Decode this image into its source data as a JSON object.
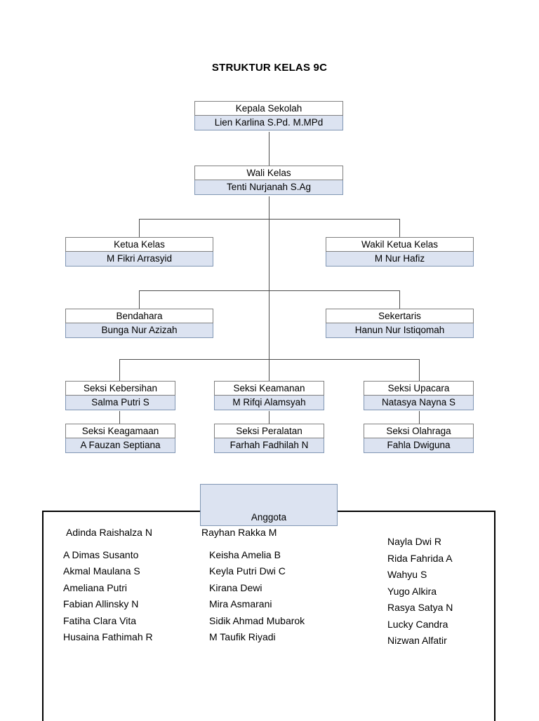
{
  "title": "STRUKTUR KELAS 9C",
  "colors": {
    "person_fill": "#dce3f1",
    "person_border": "#8096b4",
    "role_border": "#808080",
    "connector": "#4d4d4d",
    "frame": "#000000"
  },
  "nodes": {
    "kepala_sekolah": {
      "role": "Kepala Sekolah",
      "person": "Lien Karlina S.Pd. M.MPd"
    },
    "wali_kelas": {
      "role": "Wali Kelas",
      "person": "Tenti Nurjanah S.Ag"
    },
    "ketua_kelas": {
      "role": "Ketua Kelas",
      "person": "M Fikri Arrasyid"
    },
    "wakil_ketua_kelas": {
      "role": "Wakil Ketua Kelas",
      "person": "M Nur Hafiz"
    },
    "bendahara": {
      "role": "Bendahara",
      "person": "Bunga Nur Azizah"
    },
    "sekertaris": {
      "role": "Sekertaris",
      "person": "Hanun Nur Istiqomah"
    },
    "seksi_kebersihan": {
      "role": "Seksi Kebersihan",
      "person": "Salma Putri S"
    },
    "seksi_keamanan": {
      "role": "Seksi Keamanan",
      "person": "M Rifqi Alamsyah"
    },
    "seksi_upacara": {
      "role": "Seksi Upacara",
      "person": "Natasya Nayna S"
    },
    "seksi_keagamaan": {
      "role": "Seksi Keagamaan",
      "person": "A Fauzan Septiana"
    },
    "seksi_peralatan": {
      "role": "Seksi Peralatan",
      "person": "Farhah Fadhilah N"
    },
    "seksi_olahraga": {
      "role": "Seksi Olahraga",
      "person": "Fahla Dwiguna"
    },
    "anggota": {
      "label": "Anggota"
    }
  },
  "members": {
    "column_1": [
      "Adinda Raishalza N",
      "A Dimas Susanto",
      "Akmal Maulana S",
      "Ameliana Putri",
      "Fabian Allinsky N",
      "Fatiha Clara Vita",
      "Husaina Fathimah R"
    ],
    "column_2": [
      "Rayhan Rakka M",
      "Keisha Amelia B",
      "Keyla Putri Dwi C",
      "Kirana Dewi",
      "Mira Asmarani",
      "Sidik Ahmad Mubarok",
      "M Taufik Riyadi"
    ],
    "column_3": [
      "Nayla Dwi R",
      "Rida Fahrida A",
      "Wahyu S",
      "Yugo Alkira",
      "Rasya Satya N",
      "Lucky Candra",
      "Nizwan Alfatir"
    ]
  }
}
